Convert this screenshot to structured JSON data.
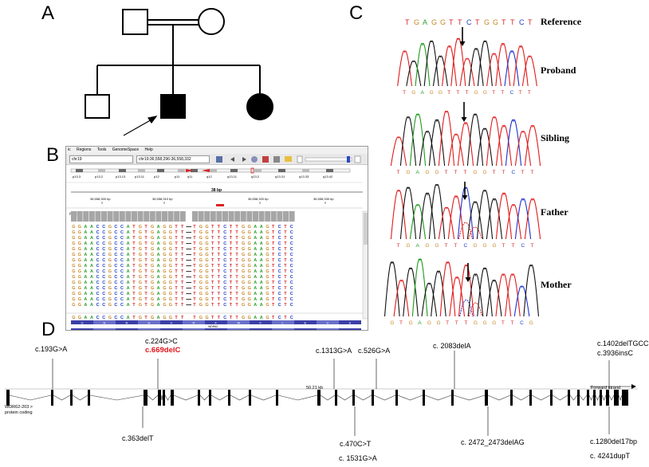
{
  "panels": {
    "a": "A",
    "b": "B",
    "c": "C",
    "d": "D"
  },
  "igv": {
    "menu": [
      "ic",
      "Regions",
      "Tools",
      "GenomeSpace",
      "Help"
    ],
    "chrom_select": "chr19",
    "locus": "chr19:36,558,296-36,558,332",
    "bands": [
      "p13.3",
      "p13.2",
      "p13.13",
      "p13.11",
      "p12",
      "p11",
      "q11",
      "q12",
      "q13.11",
      "q13.2",
      "q13.31",
      "q13.33",
      "q13.42"
    ],
    "span_label": "38 bp",
    "positions": [
      "36,558,300 bp",
      "36,558,310 bp",
      "36,558,320 bp",
      "36,558,330 bp"
    ],
    "reference_seq": "GGAACCGCCATGTGAGGTT-TGGTTCTTGGAAGTCTC",
    "amino_acids": [
      "G",
      "N",
      "R",
      "H",
      "V",
      "R",
      "F",
      "W",
      "F",
      "L",
      "E",
      "V",
      "S"
    ],
    "gene_name": "WDR62",
    "coverage_label": "[0-40]"
  },
  "chromatograms": {
    "reference_seq": "TGAGGTTCTGGTTCT",
    "labels": [
      "Reference",
      "Proband",
      "Sibling",
      "Father",
      "Mother"
    ],
    "base_calls": [
      "TGAGGTTTGGTTCTT",
      "TGAGGTTTGGTTCTT",
      "TGAGGTTCGGGTTCT",
      "GTGAGGTTTGGGTTCG"
    ]
  },
  "gene": {
    "scale": "50.21 kb",
    "strand": "Forward strand",
    "transcript": [
      "WDR62-203 >",
      "protein coding"
    ],
    "variants_above": [
      {
        "id": "v1",
        "text": "c.193G>A"
      },
      {
        "id": "v2",
        "text": "c.224G>C"
      },
      {
        "id": "v3",
        "text": "c.669delC",
        "highlight": true
      },
      {
        "id": "v4",
        "text": "c.1313G>A"
      },
      {
        "id": "v5",
        "text": "c.526G>A"
      },
      {
        "id": "v6",
        "text": "c. 2083delA"
      },
      {
        "id": "v7",
        "text": "c.1402delTGCC"
      },
      {
        "id": "v8",
        "text": "c.3936insC"
      }
    ],
    "variants_below": [
      {
        "id": "w1",
        "text": "c.363delT"
      },
      {
        "id": "w2",
        "text": "c.470C>T"
      },
      {
        "id": "w3",
        "text": "c. 1531G>A"
      },
      {
        "id": "w4",
        "text": "c. 2472_2473delAG"
      },
      {
        "id": "w5",
        "text": "c.1280del17bp"
      },
      {
        "id": "w6",
        "text": "c. 4241dupT"
      }
    ]
  },
  "colors": {
    "A": "#2ca02c",
    "C": "#1f3fc8",
    "G": "#c8892a",
    "T": "#d62728",
    "trace_A": "#1a9a1a",
    "trace_C": "#2030d0",
    "trace_G": "#111111",
    "trace_T": "#e01b1b",
    "highlight": "#e3141b",
    "aa1": "#3b3fa8",
    "aa2": "#6a6fc8"
  }
}
